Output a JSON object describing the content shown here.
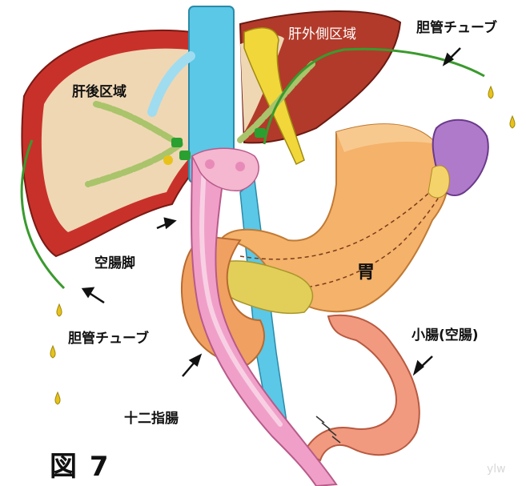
{
  "figure": {
    "caption": "図 7"
  },
  "labels": {
    "left_lobe_region": "肝外側区域",
    "posterior_region": "肝後区域",
    "bile_tube_top": "胆管チューブ",
    "bile_tube_left": "胆管チューブ",
    "jejunal_limb": "空腸脚",
    "stomach": "胃",
    "small_intestine": "小腸(空腸)",
    "duodenum": "十二指腸"
  },
  "colors": {
    "liver_surface": "#c8312a",
    "liver_interior": "#efd7b4",
    "left_lobe": "#b23a2a",
    "vena_cava": "#5ac8e6",
    "bile_tube": "#3a9a2e",
    "stomach": "#f4b26a",
    "jejunum": "#f0a0c8",
    "spleen": "#b07acb",
    "pancreas": "#e2cf5a",
    "gallbladder": "#f2d73a",
    "droplet": "#e8c21a"
  }
}
